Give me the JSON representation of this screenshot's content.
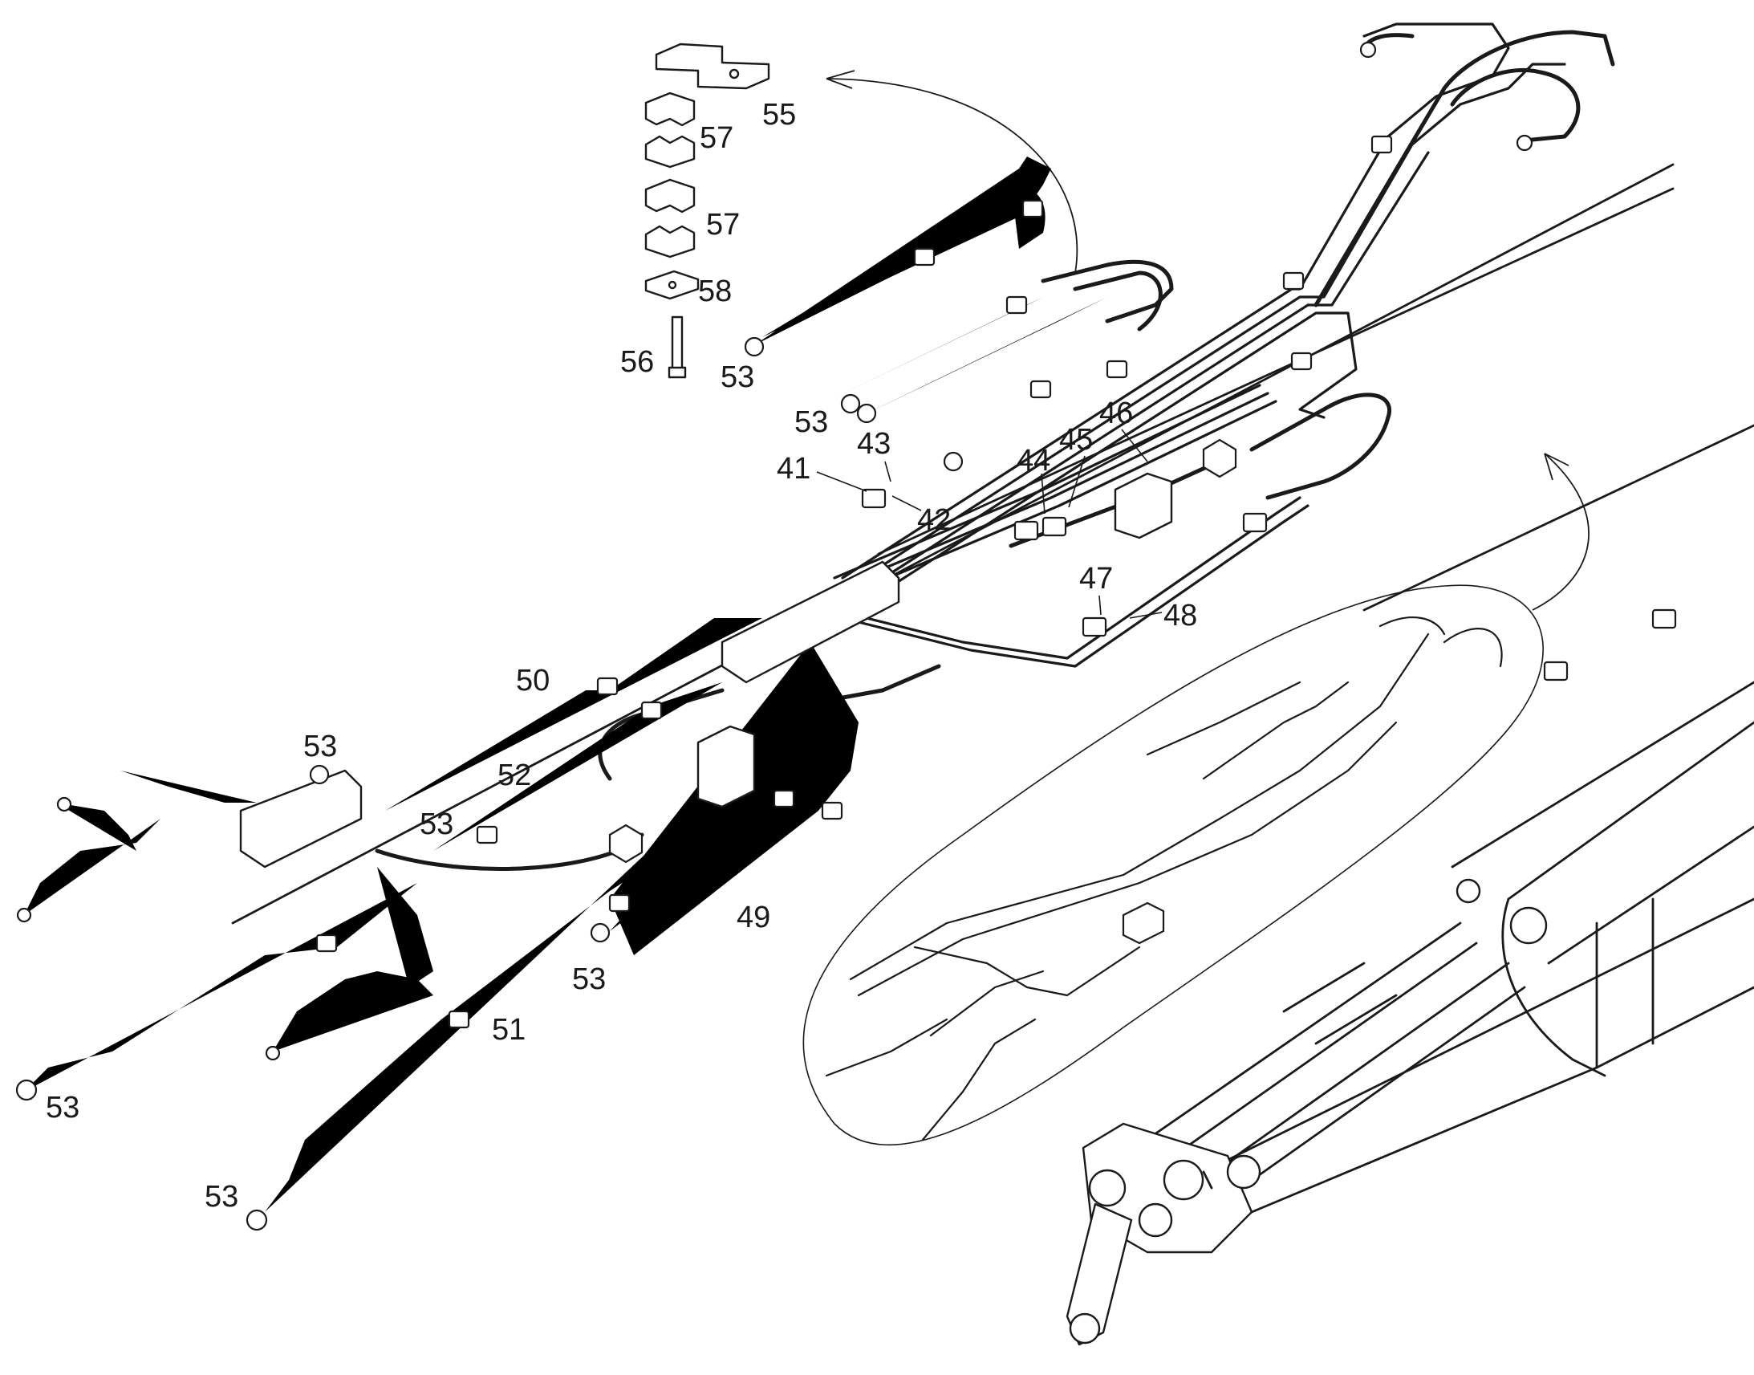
{
  "drawing": {
    "callouts": [
      {
        "id": "c55",
        "text": "55"
      },
      {
        "id": "c57a",
        "text": "57"
      },
      {
        "id": "c57b",
        "text": "57"
      },
      {
        "id": "c58",
        "text": "58"
      },
      {
        "id": "c56",
        "text": "56"
      },
      {
        "id": "c53a",
        "text": "53"
      },
      {
        "id": "c53b",
        "text": "53"
      },
      {
        "id": "c43",
        "text": "43"
      },
      {
        "id": "c41",
        "text": "41"
      },
      {
        "id": "c42",
        "text": "42"
      },
      {
        "id": "c44",
        "text": "44"
      },
      {
        "id": "c45",
        "text": "45"
      },
      {
        "id": "c46",
        "text": "46"
      },
      {
        "id": "c47",
        "text": "47"
      },
      {
        "id": "c48",
        "text": "48"
      },
      {
        "id": "c50",
        "text": "50"
      },
      {
        "id": "c53c",
        "text": "53"
      },
      {
        "id": "c52",
        "text": "52"
      },
      {
        "id": "c53d",
        "text": "53"
      },
      {
        "id": "c49",
        "text": "49"
      },
      {
        "id": "c53e",
        "text": "53"
      },
      {
        "id": "c51",
        "text": "51"
      },
      {
        "id": "c53f",
        "text": "53"
      },
      {
        "id": "c53g",
        "text": "53"
      }
    ]
  }
}
